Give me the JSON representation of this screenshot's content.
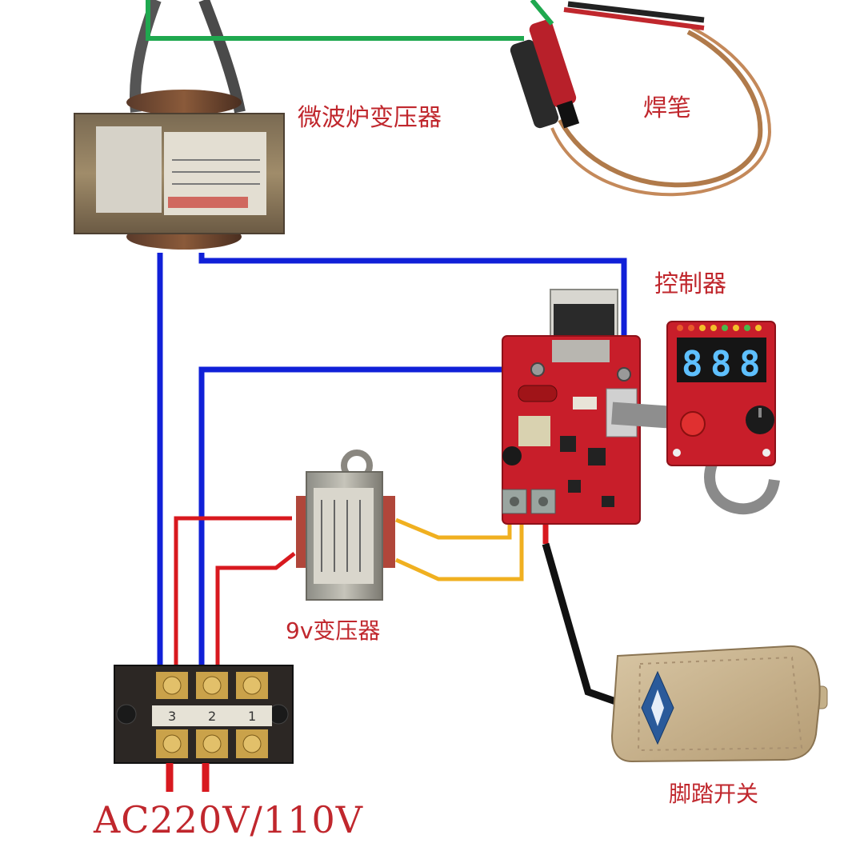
{
  "labels": {
    "microwave_transformer": "微波炉变压器",
    "welding_pen": "焊笔",
    "controller": "控制器",
    "transformer_9v": "9v变压器",
    "foot_switch": "脚踏开关",
    "ac_input": "AC220V/110V"
  },
  "display": {
    "digit_1": "8",
    "digit_2": "8",
    "digit_3": "8"
  },
  "terminal_block": {
    "num_1": "1",
    "num_2": "2",
    "num_3": "3"
  },
  "colors": {
    "label": "#c0272d",
    "wire_green": "#1fa84f",
    "wire_blue": "#1020d8",
    "wire_red": "#d8191f",
    "wire_yellow": "#f0b020",
    "wire_black": "#111111",
    "pcb_red": "#c81e2a",
    "display_digits": "#5ec0ff"
  },
  "icons": {
    "microwave_transformer": "transformer-icon",
    "transformer_9v": "small-transformer-icon",
    "welding_pen": "welding-pen-icon",
    "controller_board": "pcb-icon",
    "display_board": "led-display-icon",
    "foot_switch": "foot-pedal-icon",
    "terminal_block": "terminal-block-icon"
  }
}
